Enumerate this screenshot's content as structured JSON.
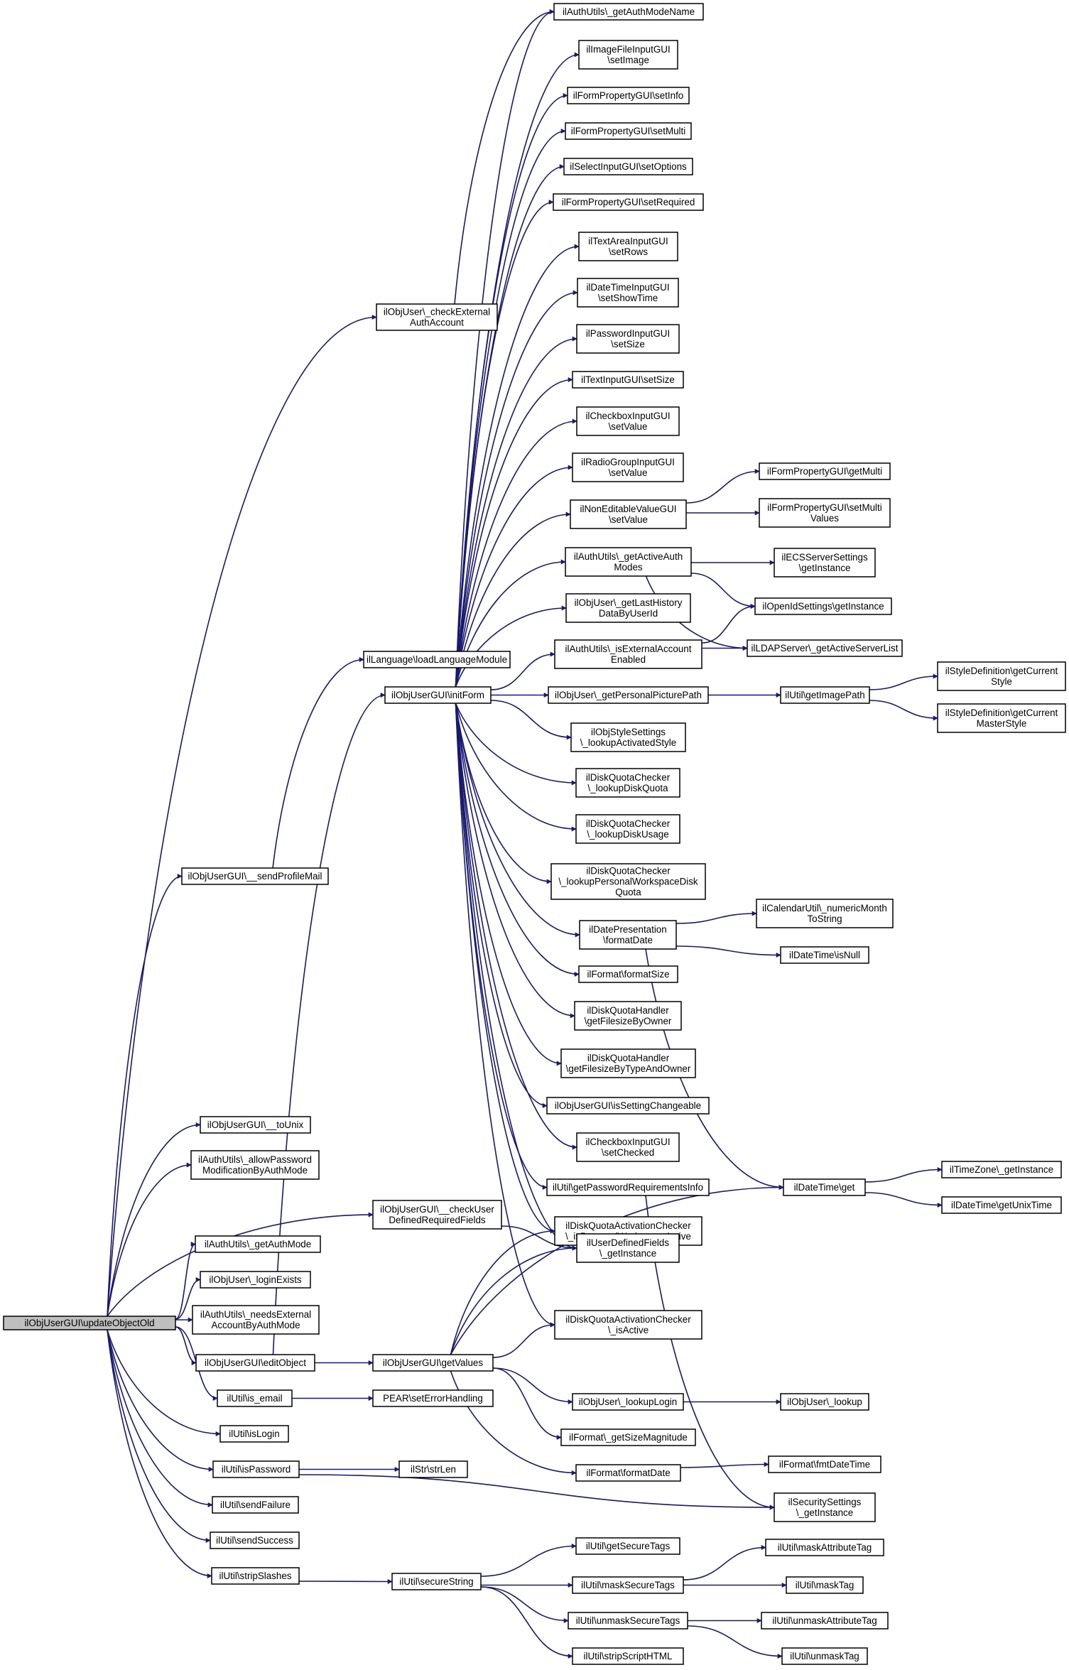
{
  "graph": {
    "colors": {
      "edge": "#191970",
      "node_border": "#000000",
      "node_fill": "#ffffff",
      "root_fill": "#bfbfbf"
    },
    "nodes": [
      {
        "id": "root",
        "lines": [
          "ilObjUserGUI\\updateObjectOld"
        ],
        "root": true
      },
      {
        "id": "checkExternal",
        "lines": [
          "ilObjUser\\_checkExternal",
          "AuthAccount"
        ]
      },
      {
        "id": "loadLang",
        "lines": [
          "ilLanguage\\loadLanguageModule"
        ]
      },
      {
        "id": "initForm",
        "lines": [
          "ilObjUserGUI\\initForm"
        ]
      },
      {
        "id": "sendProfileMail",
        "lines": [
          "ilObjUserGUI\\__sendProfileMail"
        ]
      },
      {
        "id": "toUnix",
        "lines": [
          "ilObjUserGUI\\__toUnix"
        ]
      },
      {
        "id": "allowPw",
        "lines": [
          "ilAuthUtils\\_allowPassword",
          "ModificationByAuthMode"
        ]
      },
      {
        "id": "getAuthMode",
        "lines": [
          "ilAuthUtils\\_getAuthMode"
        ]
      },
      {
        "id": "loginExists",
        "lines": [
          "ilObjUser\\_loginExists"
        ]
      },
      {
        "id": "needsExt",
        "lines": [
          "ilAuthUtils\\_needsExternal",
          "AccountByAuthMode"
        ]
      },
      {
        "id": "editObject",
        "lines": [
          "ilObjUserGUI\\editObject"
        ]
      },
      {
        "id": "isEmail",
        "lines": [
          "ilUtil\\is_email"
        ]
      },
      {
        "id": "isLogin",
        "lines": [
          "ilUtil\\isLogin"
        ]
      },
      {
        "id": "isPassword",
        "lines": [
          "ilUtil\\isPassword"
        ]
      },
      {
        "id": "sendFailure",
        "lines": [
          "ilUtil\\sendFailure"
        ]
      },
      {
        "id": "sendSuccess",
        "lines": [
          "ilUtil\\sendSuccess"
        ]
      },
      {
        "id": "stripSlashes",
        "lines": [
          "ilUtil\\stripSlashes"
        ]
      },
      {
        "id": "checkUserDef",
        "lines": [
          "ilObjUserGUI\\__checkUser",
          "DefinedRequiredFields"
        ]
      },
      {
        "id": "getValues",
        "lines": [
          "ilObjUserGUI\\getValues"
        ]
      },
      {
        "id": "setErrHandling",
        "lines": [
          "PEAR\\setErrorHandling"
        ]
      },
      {
        "id": "strLen",
        "lines": [
          "ilStr\\strLen"
        ]
      },
      {
        "id": "secureString",
        "lines": [
          "ilUtil\\secureString"
        ]
      },
      {
        "id": "getAuthModeName",
        "lines": [
          "ilAuthUtils\\_getAuthModeName"
        ]
      },
      {
        "id": "setImage",
        "lines": [
          "ilImageFileInputGUI",
          "\\setImage"
        ]
      },
      {
        "id": "setInfo",
        "lines": [
          "ilFormPropertyGUI\\setInfo"
        ]
      },
      {
        "id": "setMulti",
        "lines": [
          "ilFormPropertyGUI\\setMulti"
        ]
      },
      {
        "id": "setOptions",
        "lines": [
          "ilSelectInputGUI\\setOptions"
        ]
      },
      {
        "id": "setRequired",
        "lines": [
          "ilFormPropertyGUI\\setRequired"
        ]
      },
      {
        "id": "setRows",
        "lines": [
          "ilTextAreaInputGUI",
          "\\setRows"
        ]
      },
      {
        "id": "setShowTime",
        "lines": [
          "ilDateTimeInputGUI",
          "\\setShowTime"
        ]
      },
      {
        "id": "pwSetSize",
        "lines": [
          "ilPasswordInputGUI",
          "\\setSize"
        ]
      },
      {
        "id": "textSetSize",
        "lines": [
          "ilTextInputGUI\\setSize"
        ]
      },
      {
        "id": "cbSetValue",
        "lines": [
          "ilCheckboxInputGUI",
          "\\setValue"
        ]
      },
      {
        "id": "radioSetValue",
        "lines": [
          "ilRadioGroupInputGUI",
          "\\setValue"
        ]
      },
      {
        "id": "neSetValue",
        "lines": [
          "ilNonEditableValueGUI",
          "\\setValue"
        ]
      },
      {
        "id": "getActiveAuth",
        "lines": [
          "ilAuthUtils\\_getActiveAuth",
          "Modes"
        ]
      },
      {
        "id": "lastHistory",
        "lines": [
          "ilObjUser\\_getLastHistory",
          "DataByUserId"
        ]
      },
      {
        "id": "isExtEnabled",
        "lines": [
          "ilAuthUtils\\_isExternalAccount",
          "Enabled"
        ]
      },
      {
        "id": "personalPic",
        "lines": [
          "ilObjUser\\_getPersonalPicturePath"
        ]
      },
      {
        "id": "lookupStyle",
        "lines": [
          "ilObjStyleSettings",
          "\\_lookupActivatedStyle"
        ]
      },
      {
        "id": "lookupDiskQuota",
        "lines": [
          "ilDiskQuotaChecker",
          "\\_lookupDiskQuota"
        ]
      },
      {
        "id": "lookupDiskUsage",
        "lines": [
          "ilDiskQuotaChecker",
          "\\_lookupDiskUsage"
        ]
      },
      {
        "id": "lookupPersonalWs",
        "lines": [
          "ilDiskQuotaChecker",
          "\\_lookupPersonalWorkspaceDisk",
          "Quota"
        ]
      },
      {
        "id": "formatDatePres",
        "lines": [
          "ilDatePresentation",
          "\\formatDate"
        ]
      },
      {
        "id": "formatSize",
        "lines": [
          "ilFormat\\formatSize"
        ]
      },
      {
        "id": "fsByOwner",
        "lines": [
          "ilDiskQuotaHandler",
          "\\getFilesizeByOwner"
        ]
      },
      {
        "id": "fsByType",
        "lines": [
          "ilDiskQuotaHandler",
          "\\getFilesizeByTypeAndOwner"
        ]
      },
      {
        "id": "isSettingChange",
        "lines": [
          "ilObjUserGUI\\isSettingChangeable"
        ]
      },
      {
        "id": "cbSetChecked",
        "lines": [
          "ilCheckboxInputGUI",
          "\\setChecked"
        ]
      },
      {
        "id": "pwReqInfo",
        "lines": [
          "ilUtil\\getPasswordRequirementsInfo"
        ]
      },
      {
        "id": "isPersonalWsActive",
        "lines": [
          "ilDiskQuotaActivationChecker",
          "\\_isPersonalWorkspaceActive"
        ]
      },
      {
        "id": "udfGetInstance",
        "lines": [
          "ilUserDefinedFields",
          "\\_getInstance"
        ]
      },
      {
        "id": "dqIsActive",
        "lines": [
          "ilDiskQuotaActivationChecker",
          "\\_isActive"
        ]
      },
      {
        "id": "lookupLogin",
        "lines": [
          "ilObjUser\\_lookupLogin"
        ]
      },
      {
        "id": "sizeMagnitude",
        "lines": [
          "ilFormat\\_getSizeMagnitude"
        ]
      },
      {
        "id": "formatDate",
        "lines": [
          "ilFormat\\formatDate"
        ]
      },
      {
        "id": "getSecureTags",
        "lines": [
          "ilUtil\\getSecureTags"
        ]
      },
      {
        "id": "maskSecureTags",
        "lines": [
          "ilUtil\\maskSecureTags"
        ]
      },
      {
        "id": "unmaskSecureTags",
        "lines": [
          "ilUtil\\unmaskSecureTags"
        ]
      },
      {
        "id": "stripScriptHTML",
        "lines": [
          "ilUtil\\stripScriptHTML"
        ]
      },
      {
        "id": "getMulti",
        "lines": [
          "ilFormPropertyGUI\\getMulti"
        ]
      },
      {
        "id": "setMultiValues",
        "lines": [
          "ilFormPropertyGUI\\setMulti",
          "Values"
        ]
      },
      {
        "id": "ecsGetInstance",
        "lines": [
          "ilECSServerSettings",
          "\\getInstance"
        ]
      },
      {
        "id": "openIdGetInstance",
        "lines": [
          "ilOpenIdSettings\\getInstance"
        ]
      },
      {
        "id": "ldapActiveServer",
        "lines": [
          "ilLDAPServer\\_getActiveServerList"
        ]
      },
      {
        "id": "getImagePath",
        "lines": [
          "ilUtil\\getImagePath"
        ]
      },
      {
        "id": "numericMonth",
        "lines": [
          "ilCalendarUtil\\_numericMonth",
          "ToString"
        ]
      },
      {
        "id": "dtIsNull",
        "lines": [
          "ilDateTime\\isNull"
        ]
      },
      {
        "id": "dtGet",
        "lines": [
          "ilDateTime\\get"
        ]
      },
      {
        "id": "secSettings",
        "lines": [
          "ilSecuritySettings",
          "\\_getInstance"
        ]
      },
      {
        "id": "objUserLookup",
        "lines": [
          "ilObjUser\\_lookup"
        ]
      },
      {
        "id": "fmtDateTime",
        "lines": [
          "ilFormat\\fmtDateTime"
        ]
      },
      {
        "id": "maskAttrTag",
        "lines": [
          "ilUtil\\maskAttributeTag"
        ]
      },
      {
        "id": "maskTag",
        "lines": [
          "ilUtil\\maskTag"
        ]
      },
      {
        "id": "unmaskAttrTag",
        "lines": [
          "ilUtil\\unmaskAttributeTag"
        ]
      },
      {
        "id": "unmaskTag",
        "lines": [
          "ilUtil\\unmaskTag"
        ]
      },
      {
        "id": "getCurrentStyle",
        "lines": [
          "ilStyleDefinition\\getCurrent",
          "Style"
        ]
      },
      {
        "id": "getCurrentMaster",
        "lines": [
          "ilStyleDefinition\\getCurrent",
          "MasterStyle"
        ]
      },
      {
        "id": "tzGetInstance",
        "lines": [
          "ilTimeZone\\_getInstance"
        ]
      },
      {
        "id": "getUnixTime",
        "lines": [
          "ilDateTime\\getUnixTime"
        ]
      }
    ]
  }
}
